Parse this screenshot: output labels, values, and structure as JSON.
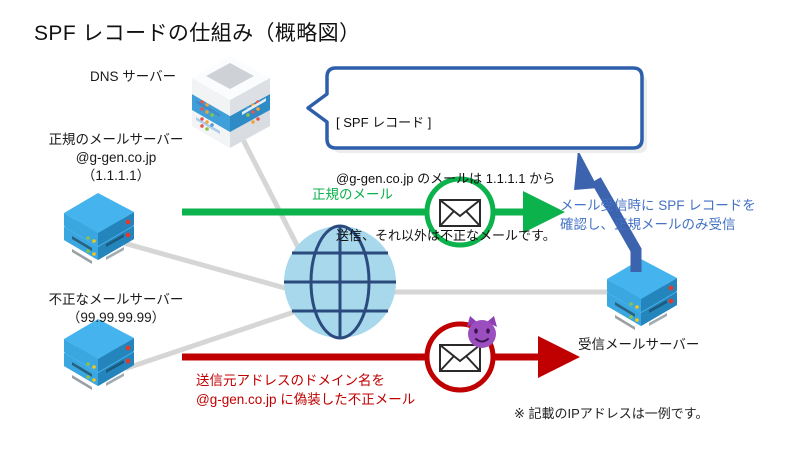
{
  "title": "SPF レコードの仕組み（概略図）",
  "labels": {
    "dns_server": "DNS サーバー",
    "legit_server": "正規のメールサーバー\n@g-gen.co.jp\n（1.1.1.1）",
    "bad_server": "不正なメールサーバー\n（99.99.99.99）",
    "receiving_server": "受信メールサーバー",
    "legit_mail_flow": "正規のメール",
    "spoofed_mail_flow": "送信元アドレスのドメイン名を\n@g-gen.co.jp に偽装した不正メール",
    "spf_check_note": "メール受信時に SPF レコードを\n確認し、正規メールのみ受信",
    "footnote": "※ 記載のIPアドレスは一例です。"
  },
  "speech_bubble": {
    "line1": "[ SPF レコード ]",
    "line2": "@g-gen.co.jp のメールは 1.1.1.1 から",
    "line3": "送信、それ以外は不正なメールです。"
  },
  "colors": {
    "green": "#0CB24C",
    "red": "#C00000",
    "blue_accent": "#4472C4",
    "bubble_border": "#2E5FAC",
    "server_blue": "#2E9BD6",
    "globe_fill": "#A8D8EC",
    "globe_stroke": "#2B4B7E",
    "cable_gray": "#D4D4D4",
    "devil_purple": "#9B4FBF"
  },
  "icons": {
    "dns": "dns-server-icon",
    "legit_mail_server": "mail-server-icon",
    "bad_mail_server": "mail-server-icon",
    "receiving_mail_server": "mail-server-icon",
    "globe": "globe-network-icon",
    "green_envelope": "envelope-icon",
    "red_envelope": "envelope-icon",
    "devil": "devil-face-icon"
  }
}
